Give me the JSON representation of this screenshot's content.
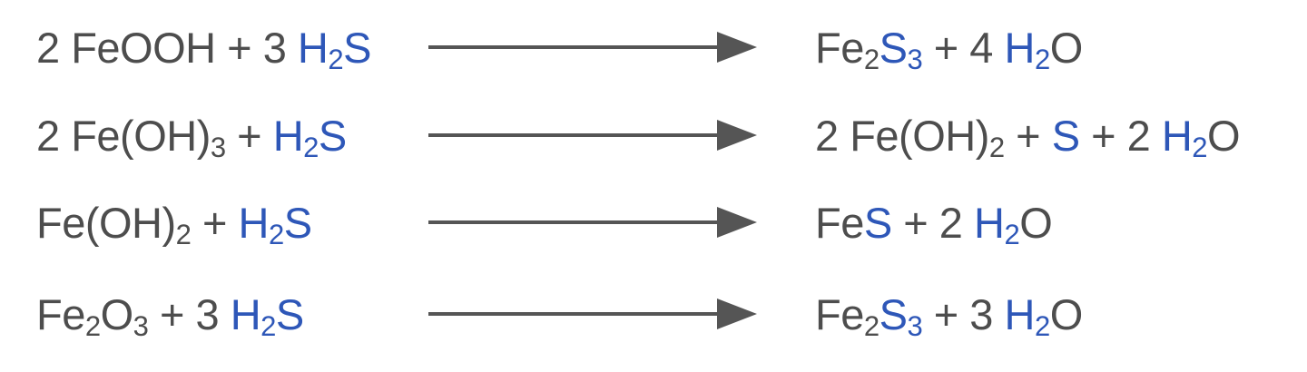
{
  "colors": {
    "text": "#4d4d4d",
    "sulfur": "#2e57b8",
    "arrow": "#555555"
  },
  "equations": [
    {
      "lhs": [
        {
          "t": "2 FeOOH",
          "c": "text"
        },
        {
          "t": " + ",
          "c": "text"
        },
        {
          "t": "3 ",
          "c": "text"
        },
        {
          "t": "H₂S",
          "c": "sulfur"
        }
      ],
      "rhs": [
        {
          "t": "Fe₂",
          "c": "text"
        },
        {
          "t": "S₃",
          "c": "sulfur"
        },
        {
          "t": " + 4 ",
          "c": "text"
        },
        {
          "t": "H₂",
          "c": "sulfur"
        },
        {
          "t": "O",
          "c": "text"
        }
      ]
    },
    {
      "lhs": [
        {
          "t": "2 Fe(OH)₃",
          "c": "text"
        },
        {
          "t": " + ",
          "c": "text"
        },
        {
          "t": "H₂S",
          "c": "sulfur"
        }
      ],
      "rhs": [
        {
          "t": "2 Fe(OH)₂",
          "c": "text"
        },
        {
          "t": " + ",
          "c": "text"
        },
        {
          "t": "S",
          "c": "sulfur"
        },
        {
          "t": " + 2 ",
          "c": "text"
        },
        {
          "t": "H₂",
          "c": "sulfur"
        },
        {
          "t": "O",
          "c": "text"
        }
      ]
    },
    {
      "lhs": [
        {
          "t": "Fe(OH)₂",
          "c": "text"
        },
        {
          "t": " + ",
          "c": "text"
        },
        {
          "t": "H₂S",
          "c": "sulfur"
        }
      ],
      "rhs": [
        {
          "t": "Fe",
          "c": "text"
        },
        {
          "t": "S",
          "c": "sulfur"
        },
        {
          "t": " + 2 ",
          "c": "text"
        },
        {
          "t": "H₂",
          "c": "sulfur"
        },
        {
          "t": "O",
          "c": "text"
        }
      ]
    },
    {
      "lhs": [
        {
          "t": "Fe₂O₃",
          "c": "text"
        },
        {
          "t": " + ",
          "c": "text"
        },
        {
          "t": "3 ",
          "c": "text"
        },
        {
          "t": "H₂S",
          "c": "sulfur"
        }
      ],
      "rhs": [
        {
          "t": "Fe₂",
          "c": "text"
        },
        {
          "t": "S₃",
          "c": "sulfur"
        },
        {
          "t": " + 3 ",
          "c": "text"
        },
        {
          "t": "H₂",
          "c": "sulfur"
        },
        {
          "t": "O",
          "c": "text"
        }
      ]
    }
  ]
}
